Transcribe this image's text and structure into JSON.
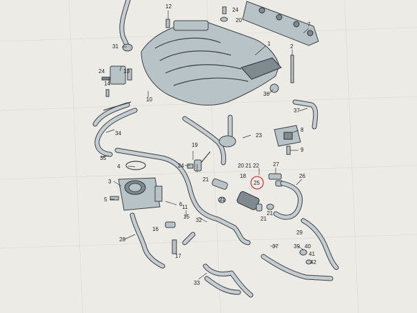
{
  "callouts": [
    {
      "id": "c1",
      "text": "1"
    },
    {
      "id": "c2",
      "text": "2"
    },
    {
      "id": "c3",
      "text": "3"
    },
    {
      "id": "c4",
      "text": "4"
    },
    {
      "id": "c5",
      "text": "5"
    },
    {
      "id": "c6",
      "text": "6"
    },
    {
      "id": "c7",
      "text": "7"
    },
    {
      "id": "c8",
      "text": "8"
    },
    {
      "id": "c9",
      "text": "9"
    },
    {
      "id": "c10",
      "text": "10"
    },
    {
      "id": "c11",
      "text": "11"
    },
    {
      "id": "c12",
      "text": "12"
    },
    {
      "id": "c13",
      "text": "13"
    },
    {
      "id": "c14",
      "text": "14"
    },
    {
      "id": "c15",
      "text": "15"
    },
    {
      "id": "c16",
      "text": "16"
    },
    {
      "id": "c17",
      "text": "17"
    },
    {
      "id": "c18",
      "text": "18"
    },
    {
      "id": "c19",
      "text": "19"
    },
    {
      "id": "c20",
      "text": "20"
    },
    {
      "id": "c20b",
      "text": "20"
    },
    {
      "id": "c21",
      "text": "21"
    },
    {
      "id": "c21b",
      "text": "21"
    },
    {
      "id": "c21c",
      "text": "21"
    },
    {
      "id": "c21d",
      "text": "21"
    },
    {
      "id": "c21e",
      "text": "21"
    },
    {
      "id": "c22",
      "text": "22"
    },
    {
      "id": "c23",
      "text": "23"
    },
    {
      "id": "c24a",
      "text": "24"
    },
    {
      "id": "c24b",
      "text": "24"
    },
    {
      "id": "c24c",
      "text": "24"
    },
    {
      "id": "c25",
      "text": "25"
    },
    {
      "id": "c26",
      "text": "26"
    },
    {
      "id": "c27",
      "text": "27"
    },
    {
      "id": "c28",
      "text": "28"
    },
    {
      "id": "c29",
      "text": "29"
    },
    {
      "id": "c31",
      "text": "31"
    },
    {
      "id": "c32",
      "text": "32"
    },
    {
      "id": "c33",
      "text": "33"
    },
    {
      "id": "c34",
      "text": "34"
    },
    {
      "id": "c35",
      "text": "35"
    },
    {
      "id": "c36",
      "text": "36"
    },
    {
      "id": "c37",
      "text": "37"
    },
    {
      "id": "c37b",
      "text": "37"
    },
    {
      "id": "c39",
      "text": "39"
    },
    {
      "id": "c40",
      "text": "40"
    },
    {
      "id": "c41",
      "text": "41"
    },
    {
      "id": "c42",
      "text": "42"
    }
  ],
  "highlight": {
    "callout": "25",
    "color": "#d23a3a"
  }
}
